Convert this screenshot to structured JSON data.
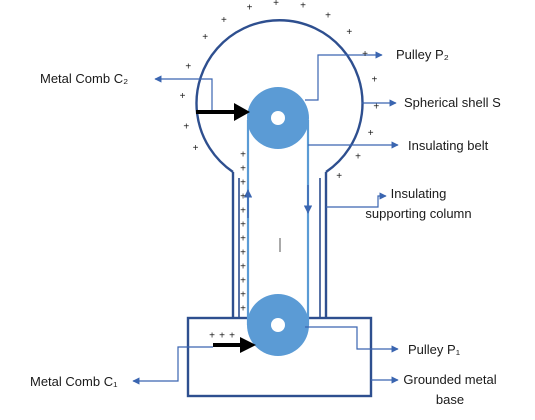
{
  "labels": {
    "pulley_p2": "Pulley P₂",
    "spherical_shell": "Spherical shell S",
    "insulating_belt": "Insulating belt",
    "supporting_column_line1": "Insulating",
    "supporting_column_line2": "supporting column",
    "metal_comb_c2": "Metal Comb C₂",
    "pulley_p1": "Pulley P₁",
    "metal_comb_c1": "Metal Comb C₁",
    "grounded_base_line1": "Grounded metal",
    "grounded_base_line2": "base"
  },
  "charge_symbol": "+",
  "colors": {
    "outline": "#2e4f8f",
    "pulley": "#5b9bd5",
    "arrow": "#3a65b0",
    "comb": "#000000"
  }
}
